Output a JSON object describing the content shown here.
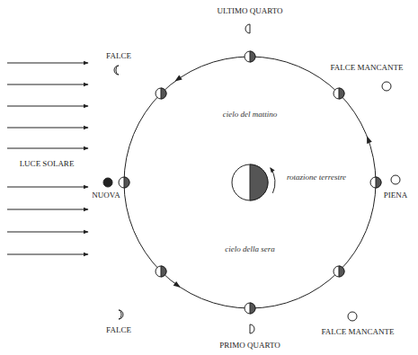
{
  "diagram": {
    "labels": [
      "ULTIMO QUARTO",
      "FALCE",
      "FALCE MANCANTE",
      "cielo del mattino",
      "LUCE SOLARE",
      "NUOVA",
      "rotazione terrestre",
      "PIENA",
      "cielo della sera",
      "FALCE",
      "FALCE MANCANTE",
      "PRIMO QUARTO"
    ]
  }
}
